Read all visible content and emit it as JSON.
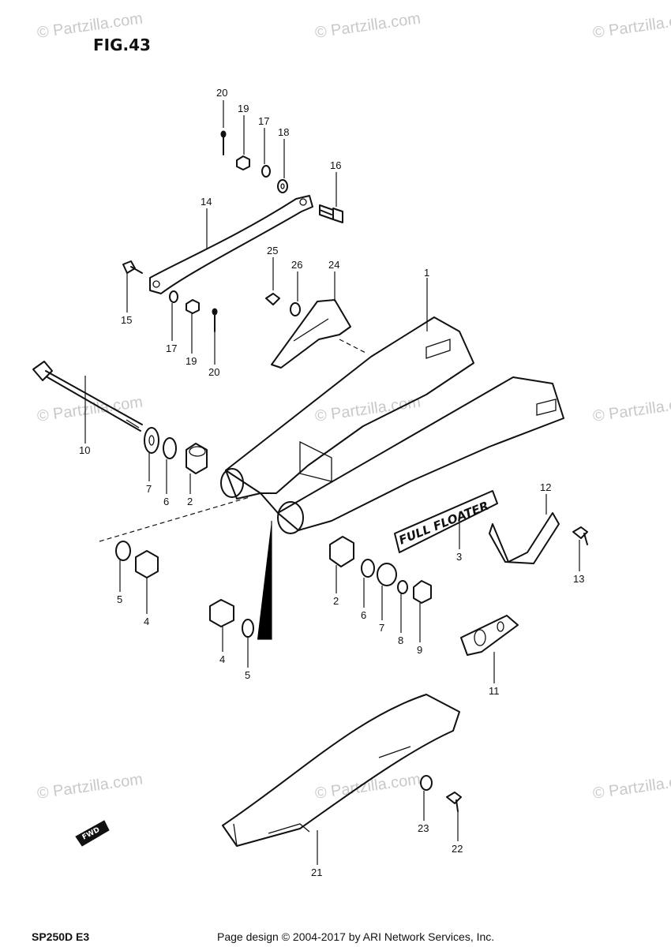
{
  "figure_label": "FIG.43",
  "model_code": "SP250D  E3",
  "footer_credit": "Page design © 2004-2017 by ARI Network Services, Inc.",
  "watermark_text": "© Partzilla.com",
  "badge_text": "FULL FLOATER",
  "fwd_label": "FWD",
  "callouts": [
    "20",
    "19",
    "17",
    "18",
    "16",
    "14",
    "25",
    "26",
    "24",
    "1",
    "15",
    "17",
    "19",
    "20",
    "10",
    "7",
    "6",
    "2",
    "12",
    "13",
    "3",
    "5",
    "4",
    "2",
    "6",
    "7",
    "8",
    "9",
    "4",
    "5",
    "11",
    "21",
    "23",
    "22"
  ]
}
